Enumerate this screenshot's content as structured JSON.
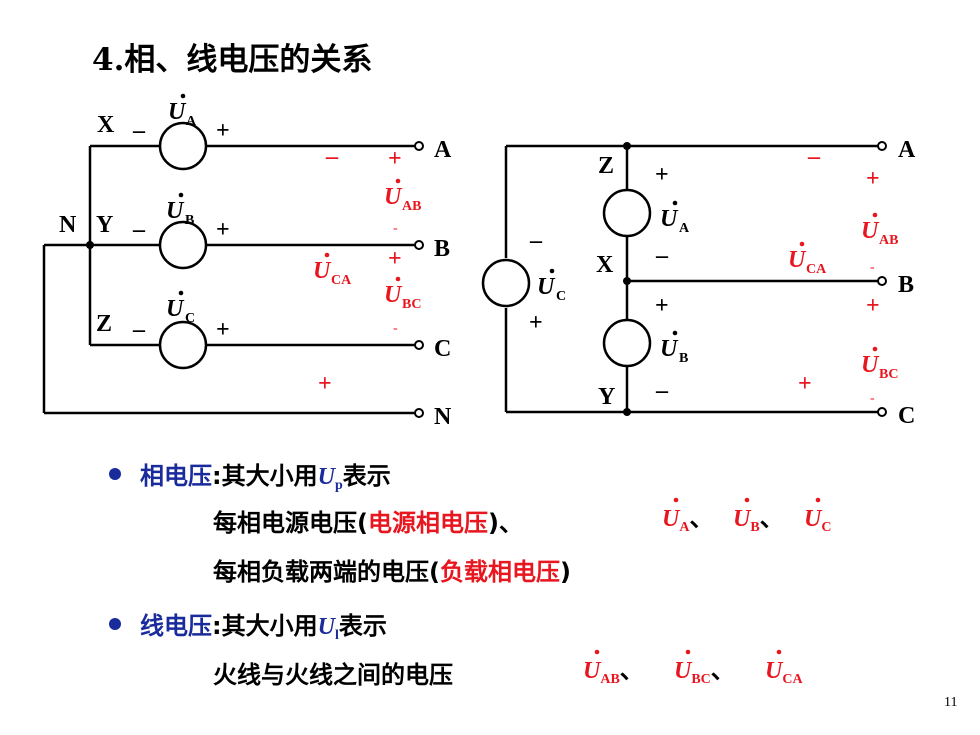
{
  "title": "4.相、线电压的关系",
  "page_number": "11",
  "left_circuit": {
    "nodes": {
      "N": "N",
      "X": "X",
      "Y": "Y",
      "Z": "Z"
    },
    "sources": [
      {
        "voltage": "U",
        "sub": "A",
        "minus": "–",
        "plus": "+"
      },
      {
        "voltage": "U",
        "sub": "B",
        "minus": "–",
        "plus": "+"
      },
      {
        "voltage": "U",
        "sub": "C",
        "minus": "–",
        "plus": "+"
      }
    ],
    "terminals": [
      "A",
      "B",
      "C",
      "N"
    ],
    "line_voltages": [
      {
        "label": "U",
        "sub": "AB"
      },
      {
        "label": "U",
        "sub": "BC"
      },
      {
        "label": "U",
        "sub": "CA"
      }
    ]
  },
  "right_circuit": {
    "nodes": {
      "Z": "Z",
      "X": "X",
      "Y": "Y"
    },
    "sources": [
      {
        "voltage": "U",
        "sub": "A"
      },
      {
        "voltage": "U",
        "sub": "B"
      },
      {
        "voltage": "U",
        "sub": "C"
      }
    ],
    "terminals": [
      "A",
      "B",
      "C"
    ],
    "line_voltages": [
      {
        "label": "U",
        "sub": "AB"
      },
      {
        "label": "U",
        "sub": "CA"
      },
      {
        "label": "U",
        "sub": "BC"
      }
    ]
  },
  "bullets": [
    {
      "term": "相电压",
      "colon": ":",
      "desc": "其大小用",
      "symbol": "U",
      "symbol_sub": "p",
      "suffix": "表示",
      "lines": [
        {
          "prefix": "每相电源电压(",
          "highlight": "电源相电压",
          "suffix": ")、",
          "symbols": [
            "A",
            "B",
            "C"
          ]
        },
        {
          "prefix": "每相负载两端的电压(",
          "highlight": "负载相电压",
          "suffix": ")"
        }
      ]
    },
    {
      "term": "线电压",
      "colon": ":",
      "desc": "其大小用",
      "symbol": "U",
      "symbol_sub": "l",
      "suffix": "表示",
      "lines": [
        {
          "prefix": "火线与火线之间的电压",
          "symbols": [
            "AB",
            "BC",
            "CA"
          ]
        }
      ]
    }
  ],
  "separator": "、",
  "colors": {
    "accent_red": "#e8161f",
    "term_blue": "#1a2b9b"
  }
}
